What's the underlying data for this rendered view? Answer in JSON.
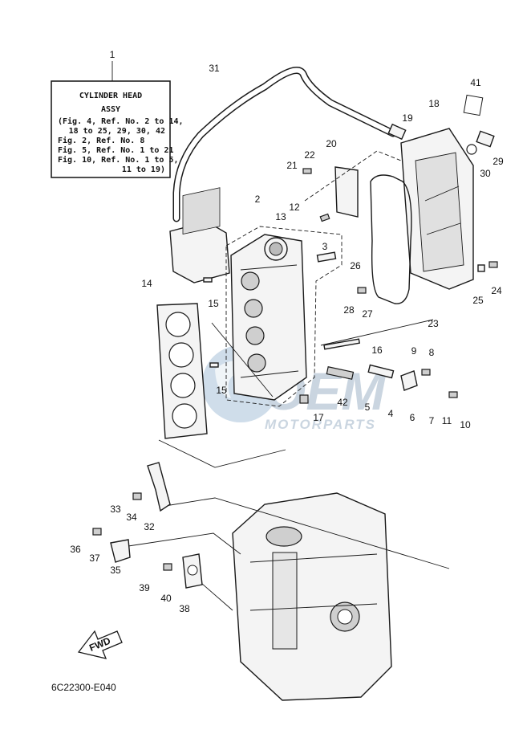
{
  "info_box": {
    "callout": "1",
    "title": "CYLINDER HEAD",
    "subtitle": "ASSY",
    "lines": [
      "(Fig. 4, Ref. No. 2 to 14,",
      "18 to 25, 29, 30, 42",
      "Fig. 2, Ref. No. 8",
      "Fig. 5, Ref. No. 1 to 21",
      "Fig. 10, Ref. No. 1 to 5,",
      "11 to 19)"
    ]
  },
  "callouts": [
    "2",
    "3",
    "4",
    "5",
    "6",
    "7",
    "8",
    "9",
    "10",
    "11",
    "12",
    "13",
    "14",
    "15",
    "15",
    "16",
    "17",
    "18",
    "19",
    "20",
    "21",
    "22",
    "23",
    "24",
    "25",
    "26",
    "27",
    "28",
    "29",
    "30",
    "31",
    "32",
    "33",
    "34",
    "35",
    "36",
    "37",
    "38",
    "39",
    "40",
    "41",
    "42"
  ],
  "fwd_label": "FWD",
  "diagram_code": "6C22300-E040",
  "watermark": {
    "brand": "OEM",
    "sub": "MOTORPARTS",
    "color": "#9fb4c8"
  }
}
